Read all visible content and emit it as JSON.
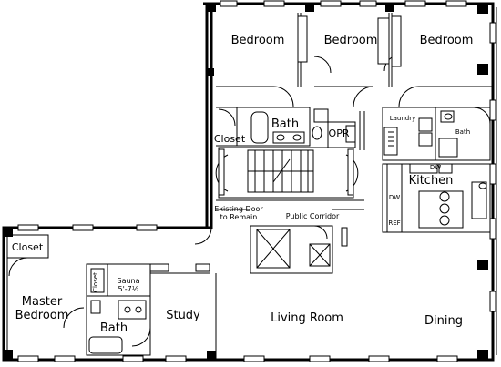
{
  "rooms": {
    "bedroom_1": "Bedroom",
    "bedroom_2": "Bedroom",
    "bedroom_3": "Bedroom",
    "bath_upper": "Bath",
    "closet_upper": "Closet",
    "opr": "OPR",
    "laundry": "Laundry",
    "bath_small": "Bath",
    "kitchen": "Kitchen",
    "dw_upper": "DW",
    "dw_lower": "DW",
    "ref": "REF",
    "existing_door_line1": "Existing Door",
    "existing_door_line2": "to Remain",
    "public_corridor": "Public Corridor",
    "closet_lower": "Closet",
    "closet_small": "Closet",
    "sauna_line1": "Sauna",
    "sauna_line2": "5'-7½",
    "master_line1": "Master",
    "master_line2": "Bedroom",
    "bath_master": "Bath",
    "study": "Study",
    "living_room": "Living Room",
    "dining": "Dining"
  }
}
